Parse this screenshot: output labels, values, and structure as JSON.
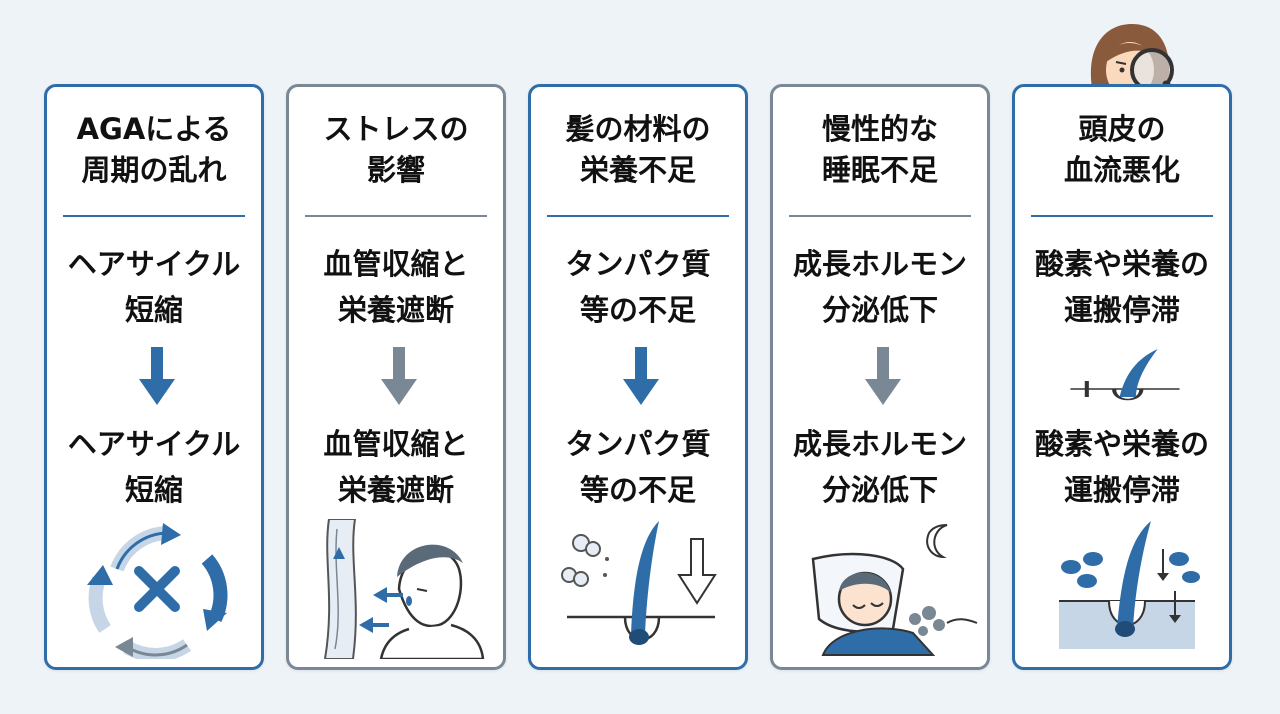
{
  "cards": [
    {
      "title": "AGAによる\n周期の乱れ",
      "text1": "ヘアサイクル\n短縮",
      "text2": "ヘアサイクル\n短縮",
      "illustration": "cycle-disruption-icon"
    },
    {
      "title": "ストレスの\n影響",
      "text1": "血管収縮と\n栄養遮断",
      "text2": "血管収縮と\n栄養遮断",
      "illustration": "stressed-man-icon"
    },
    {
      "title": "髪の材料の\n栄養不足",
      "text1": "タンパク質\n等の不足",
      "text2": "タンパク質\n等の不足",
      "illustration": "hair-follicle-protein-icon"
    },
    {
      "title": "慢性的な\n睡眠不足",
      "text1": "成長ホルモン\n分泌低下",
      "text2": "成長ホルモン\n分泌低下",
      "illustration": "sleeping-boy-icon"
    },
    {
      "title": "頭皮の\n血流悪化",
      "text1": "酸素や栄養の\n運搬停滞",
      "text2": "酸素や栄養の\n運搬停滞",
      "illustration": "scalp-blood-flow-icon"
    }
  ],
  "colors": {
    "blue": "#2e6da8",
    "gray": "#7a8794",
    "background": "#eef3f8"
  }
}
